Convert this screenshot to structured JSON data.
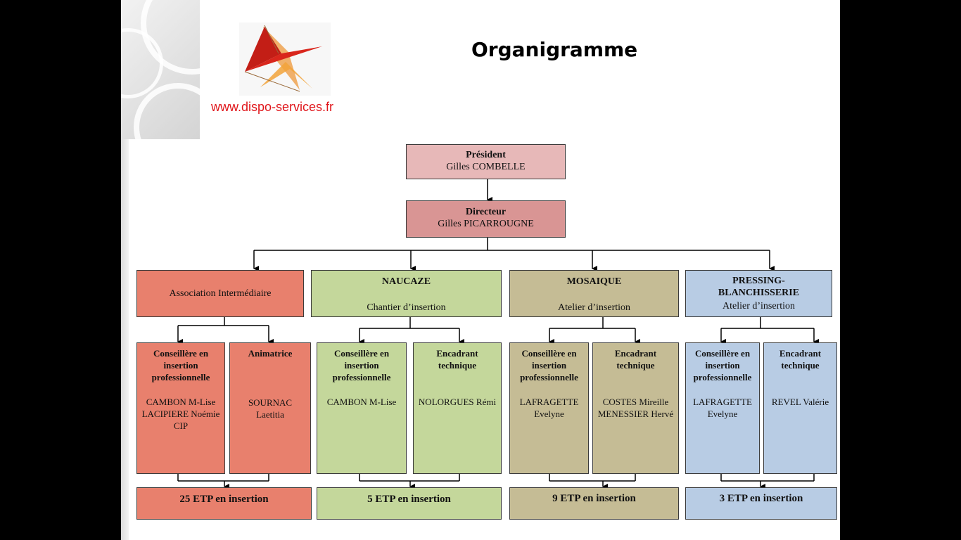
{
  "header": {
    "title": "Organigramme",
    "website": "www.dispo-services.fr"
  },
  "org": {
    "president": {
      "role": "Président",
      "name": "Gilles COMBELLE"
    },
    "director": {
      "role": "Directeur",
      "name": "Gilles PICARROUGNE"
    },
    "units": [
      {
        "name": "Association Intermédiaire",
        "subtitle": "",
        "staff": [
          {
            "role": "Conseillère en insertion professionnelle",
            "names": [
              "CAMBON M-Lise",
              "LACIPIERE Noémie",
              "CIP"
            ]
          },
          {
            "role": "Animatrice",
            "names": [
              "SOURNAC",
              "Laetitia"
            ]
          }
        ],
        "etp": "25 ETP en insertion"
      },
      {
        "name": "NAUCAZE",
        "subtitle": "Chantier d’insertion",
        "staff": [
          {
            "role": "Conseillère en insertion professionnelle",
            "names": [
              "CAMBON M-Lise"
            ]
          },
          {
            "role": "Encadrant technique",
            "names": [
              "NOLORGUES Rémi"
            ]
          }
        ],
        "etp": "5 ETP en insertion"
      },
      {
        "name": "MOSAIQUE",
        "subtitle": "Atelier d’insertion",
        "staff": [
          {
            "role": "Conseillère en insertion professionnelle",
            "names": [
              "LAFRAGETTE",
              "Evelyne"
            ]
          },
          {
            "role": "Encadrant technique",
            "names": [
              "COSTES Mireille",
              "MENESSIER Hervé"
            ]
          }
        ],
        "etp": "9 ETP en insertion"
      },
      {
        "name": "PRESSING-BLANCHISSERIE",
        "subtitle": "Atelier d’insertion",
        "staff": [
          {
            "role": "Conseillère en insertion professionnelle",
            "names": [
              "LAFRAGETTE",
              "Evelyne"
            ]
          },
          {
            "role": "Encadrant technique",
            "names": [
              "REVEL Valérie"
            ]
          }
        ],
        "etp": "3 ETP en insertion"
      }
    ]
  },
  "colors": {
    "president": "#e7b8b8",
    "director": "#d99594",
    "association": "#e8806d",
    "naucaze": "#c4d79b",
    "mosaique": "#c5bc95",
    "pressing": "#b8cce4",
    "website": "#e0171c"
  }
}
